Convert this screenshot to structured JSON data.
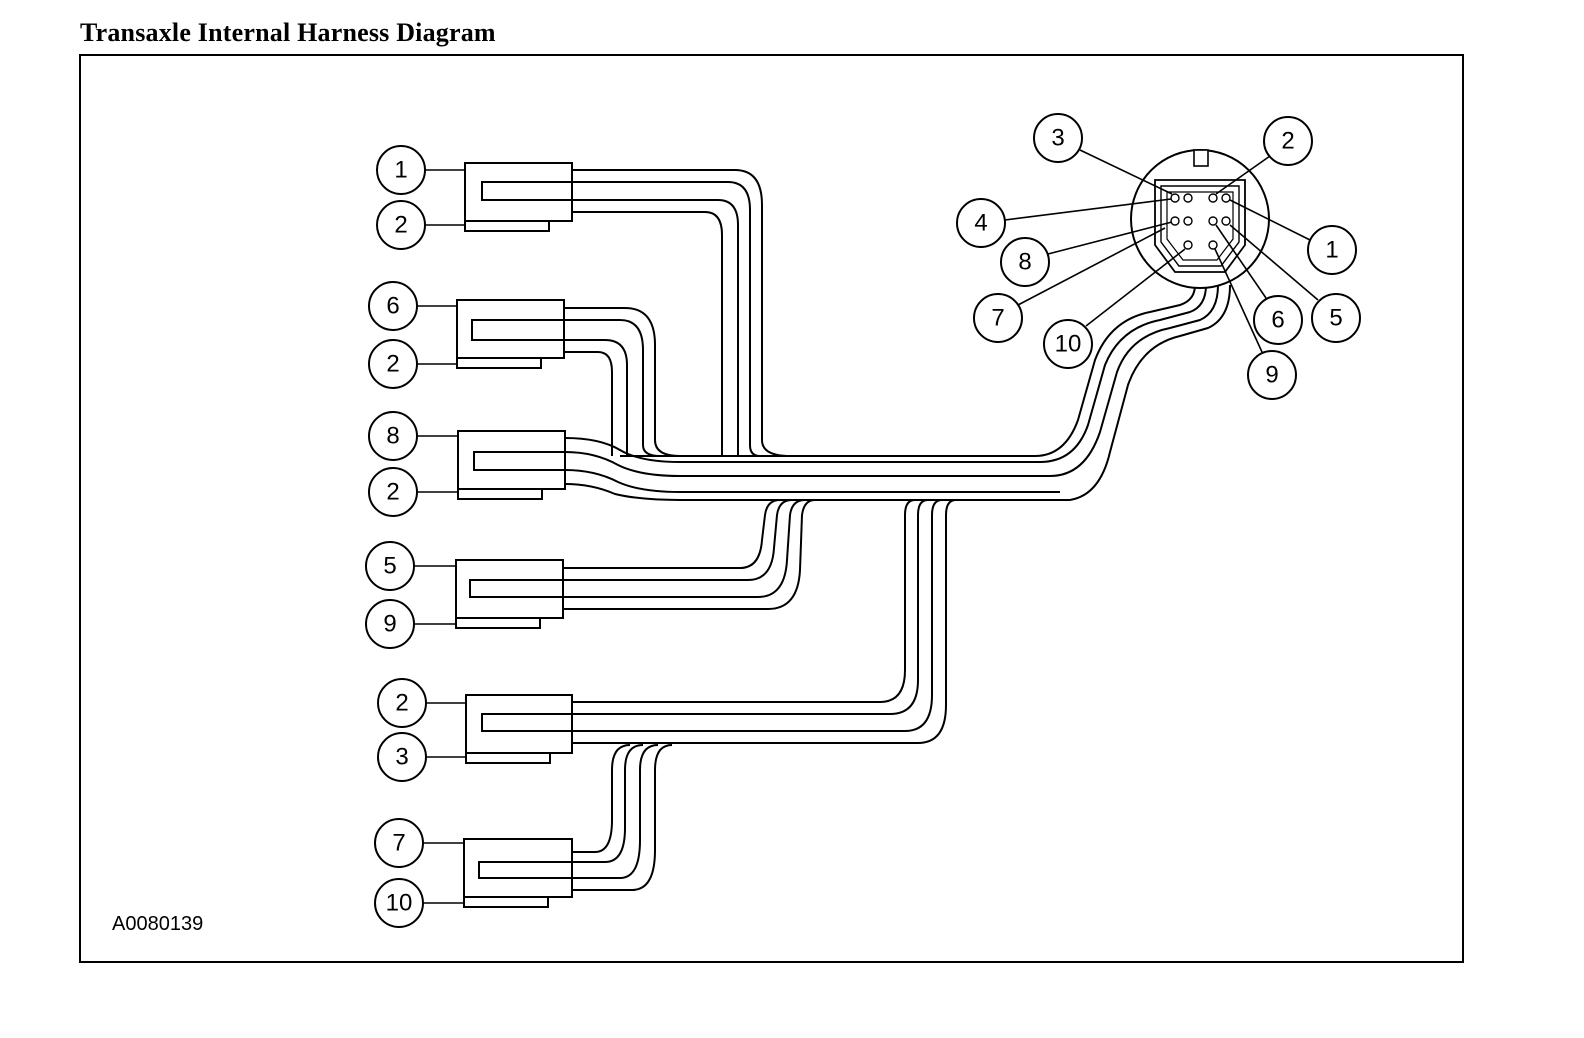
{
  "title": "Transaxle Internal Harness Diagram",
  "figure_id": "A0080139",
  "connectors": [
    {
      "top_label": "1",
      "bottom_label": "2"
    },
    {
      "top_label": "6",
      "bottom_label": "2"
    },
    {
      "top_label": "8",
      "bottom_label": "2"
    },
    {
      "top_label": "5",
      "bottom_label": "9"
    },
    {
      "top_label": "2",
      "bottom_label": "3"
    },
    {
      "top_label": "7",
      "bottom_label": "10"
    }
  ],
  "main_connector_pins": [
    "3",
    "2",
    "4",
    "1",
    "8",
    "7",
    "5",
    "6",
    "10",
    "9"
  ]
}
